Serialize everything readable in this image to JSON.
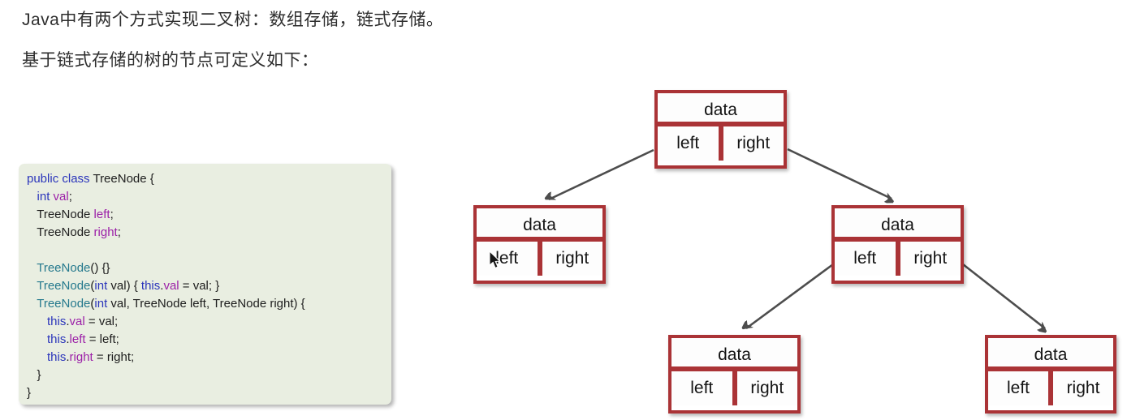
{
  "page": {
    "background": "#ffffff"
  },
  "headings": {
    "line1": "Java中有两个方式实现二叉树：数组存储，链式存储。",
    "line2": "基于链式存储的树的节点可定义如下："
  },
  "code": {
    "background_color": "#e9eee1",
    "syntax_colors": {
      "keyword": "#2b35bb",
      "member": "#9c21a8",
      "constructor": "#25798d",
      "plain": "#1d1d1d"
    },
    "lines": [
      [
        {
          "c": "kw",
          "t": "public"
        },
        {
          "c": "pl",
          "t": " "
        },
        {
          "c": "kw",
          "t": "class"
        },
        {
          "c": "pl",
          "t": " TreeNode {"
        }
      ],
      [
        {
          "c": "pl",
          "t": "   "
        },
        {
          "c": "kw",
          "t": "int"
        },
        {
          "c": "pl",
          "t": " "
        },
        {
          "c": "mem",
          "t": "val"
        },
        {
          "c": "pl",
          "t": ";"
        }
      ],
      [
        {
          "c": "pl",
          "t": "   TreeNode "
        },
        {
          "c": "mem",
          "t": "left"
        },
        {
          "c": "pl",
          "t": ";"
        }
      ],
      [
        {
          "c": "pl",
          "t": "   TreeNode "
        },
        {
          "c": "mem",
          "t": "right"
        },
        {
          "c": "pl",
          "t": ";"
        }
      ],
      [],
      [
        {
          "c": "pl",
          "t": "   "
        },
        {
          "c": "ctor",
          "t": "TreeNode"
        },
        {
          "c": "pl",
          "t": "() {}"
        }
      ],
      [
        {
          "c": "pl",
          "t": "   "
        },
        {
          "c": "ctor",
          "t": "TreeNode"
        },
        {
          "c": "pl",
          "t": "("
        },
        {
          "c": "kw",
          "t": "int"
        },
        {
          "c": "pl",
          "t": " val) { "
        },
        {
          "c": "kw",
          "t": "this"
        },
        {
          "c": "pl",
          "t": "."
        },
        {
          "c": "mem",
          "t": "val"
        },
        {
          "c": "pl",
          "t": " = val; }"
        }
      ],
      [
        {
          "c": "pl",
          "t": "   "
        },
        {
          "c": "ctor",
          "t": "TreeNode"
        },
        {
          "c": "pl",
          "t": "("
        },
        {
          "c": "kw",
          "t": "int"
        },
        {
          "c": "pl",
          "t": " val, TreeNode left, TreeNode right) {"
        }
      ],
      [
        {
          "c": "pl",
          "t": "      "
        },
        {
          "c": "kw",
          "t": "this"
        },
        {
          "c": "pl",
          "t": "."
        },
        {
          "c": "mem",
          "t": "val"
        },
        {
          "c": "pl",
          "t": " = val;"
        }
      ],
      [
        {
          "c": "pl",
          "t": "      "
        },
        {
          "c": "kw",
          "t": "this"
        },
        {
          "c": "pl",
          "t": "."
        },
        {
          "c": "mem",
          "t": "left"
        },
        {
          "c": "pl",
          "t": " = left;"
        }
      ],
      [
        {
          "c": "pl",
          "t": "      "
        },
        {
          "c": "kw",
          "t": "this"
        },
        {
          "c": "pl",
          "t": "."
        },
        {
          "c": "mem",
          "t": "right"
        },
        {
          "c": "pl",
          "t": " = right;"
        }
      ],
      [
        {
          "c": "pl",
          "t": "   }"
        }
      ],
      [
        {
          "c": "pl",
          "t": "}"
        }
      ]
    ]
  },
  "diagram": {
    "node_border_color": "#aa3336",
    "arrow_color": "#4d4d4d",
    "nodes": [
      {
        "id": "root",
        "data": "data",
        "left": "left",
        "right": "right"
      },
      {
        "id": "left-child",
        "data": "data",
        "left": "left",
        "right": "right"
      },
      {
        "id": "right-child",
        "data": "data",
        "left": "left",
        "right": "right"
      },
      {
        "id": "right-left-child",
        "data": "data",
        "left": "left",
        "right": "right"
      },
      {
        "id": "right-right-child",
        "data": "data",
        "left": "left",
        "right": "right"
      }
    ],
    "edges": [
      {
        "from": "root.left",
        "to": "left-child"
      },
      {
        "from": "root.right",
        "to": "right-child"
      },
      {
        "from": "right-child.left",
        "to": "right-left-child"
      },
      {
        "from": "right-child.right",
        "to": "right-right-child"
      }
    ]
  },
  "cursor": {
    "visible": true
  }
}
